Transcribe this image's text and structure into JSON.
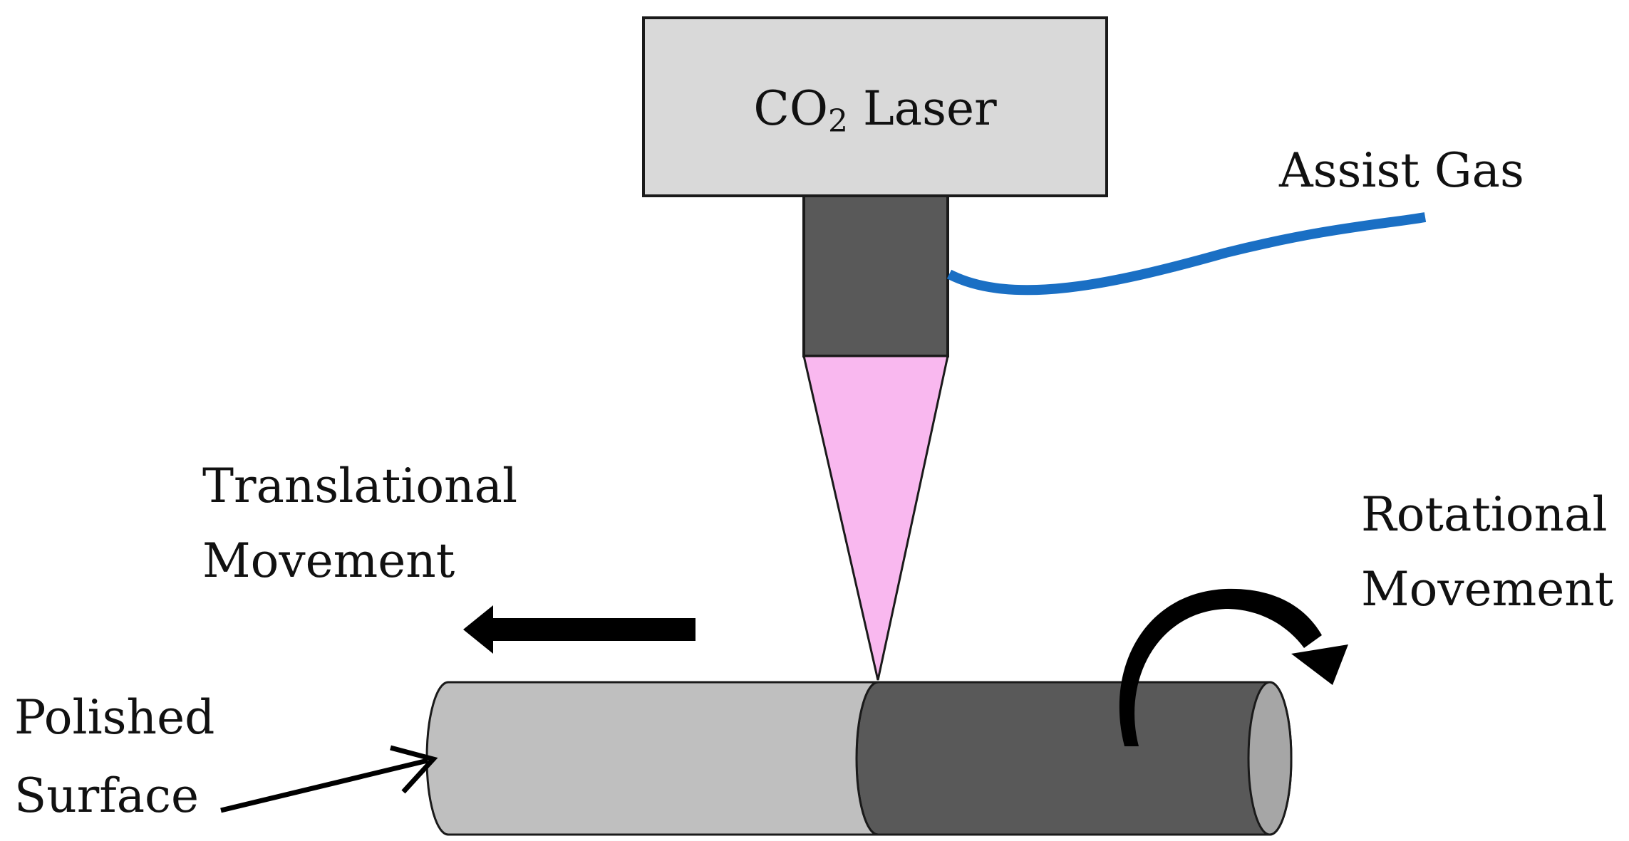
{
  "labels": {
    "laser_main": "CO",
    "laser_subscript": "2",
    "laser_suffix": " Laser",
    "assist_gas": "Assist Gas",
    "translational_line1": "Translational",
    "translational_line2": "Movement",
    "rotational_line1": "Rotational",
    "rotational_line2": "Movement",
    "polished_line1": "Polished",
    "polished_line2": "Surface"
  },
  "colors": {
    "laser_box": "#d9d9d9",
    "nozzle": "#595959",
    "beam": "#f9b8ef",
    "gas_hose": "#1a6fc4",
    "polished_rod": "#bfbfbf",
    "unpolished_rod": "#595959",
    "rod_end": "#a6a6a6",
    "arrow": "#000000"
  }
}
